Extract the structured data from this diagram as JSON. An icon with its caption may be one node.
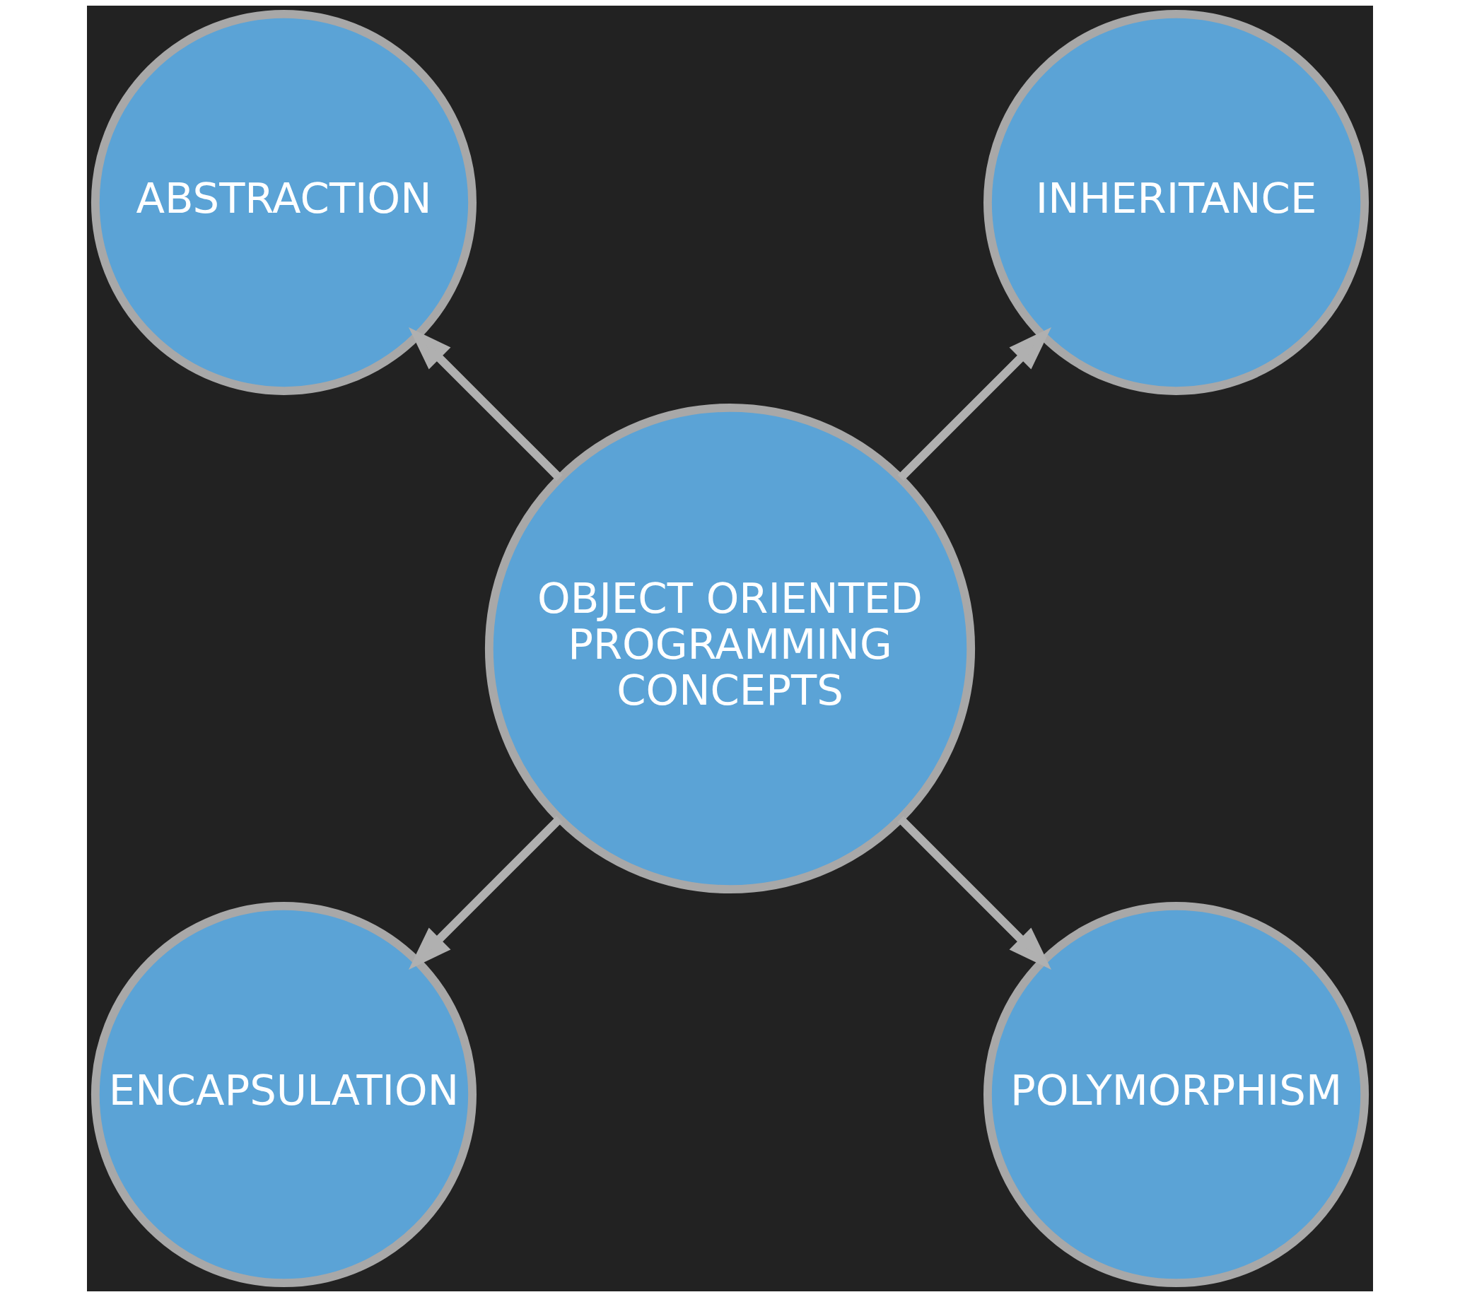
{
  "diagram": {
    "nodes": [
      {
        "text": [
          "INHERITANCE"
        ]
      },
      {
        "text": [
          "ABSTRACTION"
        ]
      },
      {
        "text": [
          "OBJECT ORIENTED PROGRAMMING CONCEPTS"
        ]
      },
      {
        "text": [
          "ENCAPSULATION"
        ]
      },
      {
        "text": [
          "POLYMORPHISM"
        ]
      }
    ],
    "edges": [
      {
        "from": 2,
        "to": 1,
        "arrow": "to"
      },
      {
        "from": 2,
        "to": 0,
        "arrow": "to"
      },
      {
        "from": 2,
        "to": 3,
        "arrow": "to"
      },
      {
        "from": 2,
        "to": 4,
        "arrow": "to"
      }
    ]
  }
}
